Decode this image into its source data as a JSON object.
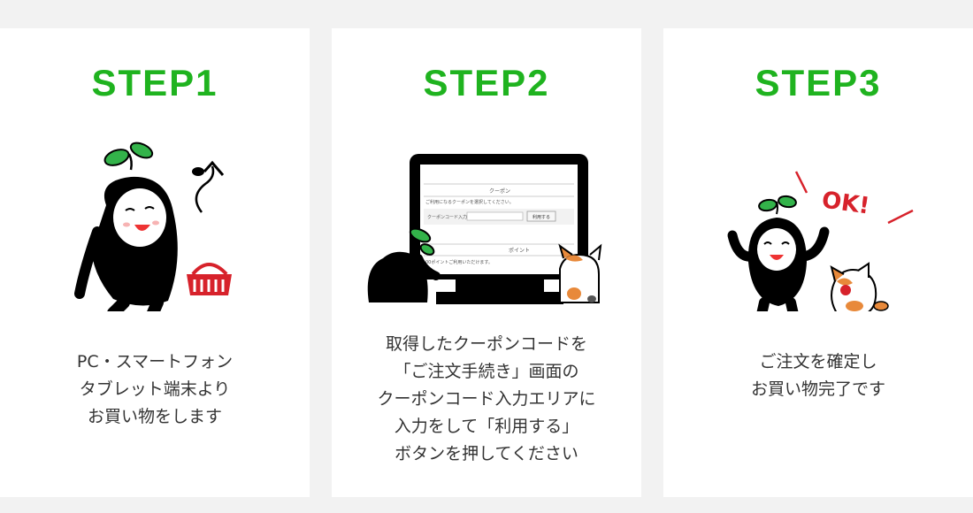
{
  "steps": [
    {
      "title": "STEP1",
      "lines": [
        "PC・スマートフォン",
        "タブレット端末より",
        "お買い物をします"
      ]
    },
    {
      "title": "STEP2",
      "lines": [
        "取得したクーポンコードを",
        "「ご注文手続き」画面の",
        "クーポンコード入力エリアに",
        "入力をして「利用する」",
        "ボタンを押してください"
      ],
      "monitor": {
        "coupon_header": "クーポン",
        "coupon_prompt": "ご利用になるクーポンを選択してください。",
        "coupon_input_label": "クーポンコード入力",
        "use_button": "利用する",
        "point_header": "ポイント",
        "point_text": "00ポイントご利用いただけます。"
      }
    },
    {
      "title": "STEP3",
      "lines": [
        "ご注文を確定し",
        "お買い物完了です"
      ],
      "ok_text": "OK!"
    }
  ],
  "colors": {
    "accent_green": "#1fb31f",
    "background": "#f2f2f2",
    "card": "#ffffff",
    "basket_red": "#d7222b"
  }
}
